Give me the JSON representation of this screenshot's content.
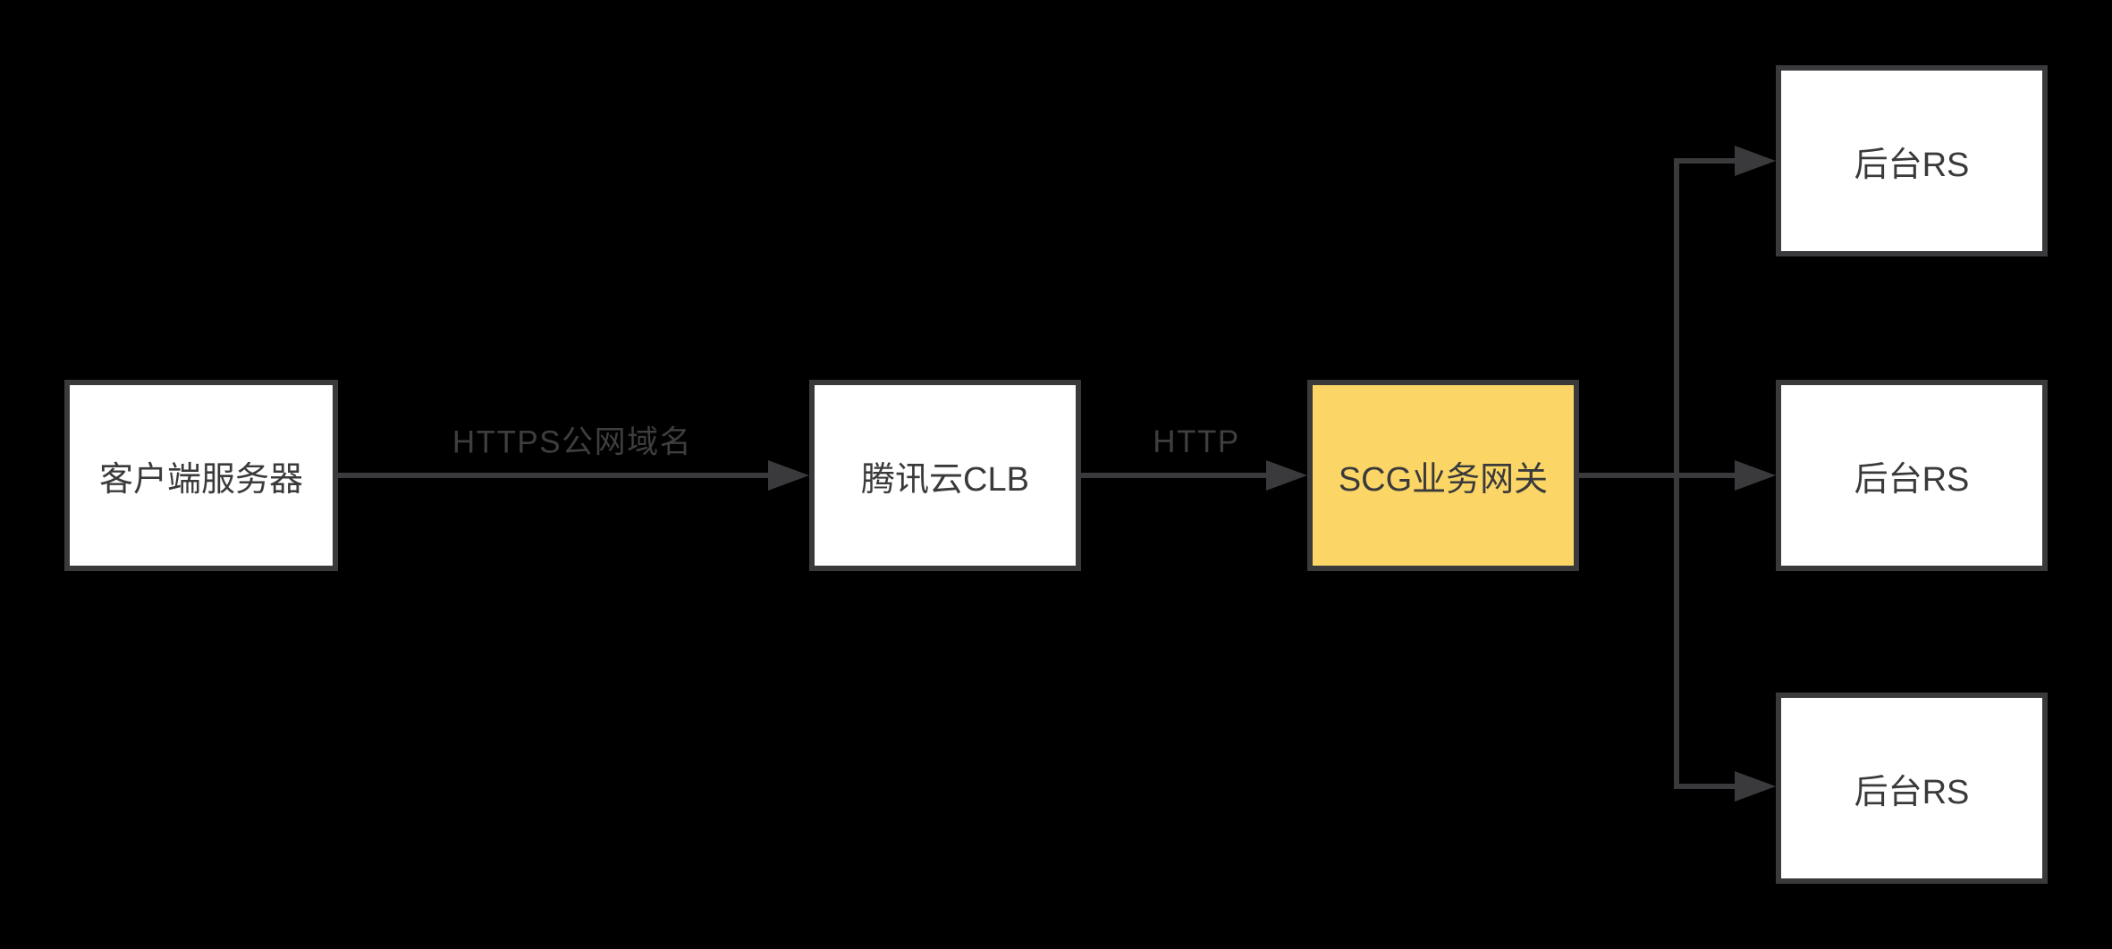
{
  "diagram": {
    "background": "#000000",
    "stroke_color": "#3A3A3C",
    "node_fill": "#FFFFFF",
    "highlight_fill": "#FBD666",
    "node_text_color": "#3A3A3C",
    "edge_label_color": "#3E3E41",
    "nodes": [
      {
        "id": "client-server",
        "label": "客户端服务器",
        "highlighted": false
      },
      {
        "id": "tencent-clb",
        "label": "腾讯云CLB",
        "highlighted": false
      },
      {
        "id": "scg-gateway",
        "label": "SCG业务网关",
        "highlighted": true
      },
      {
        "id": "backend-rs-1",
        "label": "后台RS",
        "highlighted": false
      },
      {
        "id": "backend-rs-2",
        "label": "后台RS",
        "highlighted": false
      },
      {
        "id": "backend-rs-3",
        "label": "后台RS",
        "highlighted": false
      }
    ],
    "edges": [
      {
        "from": "client-server",
        "to": "tencent-clb",
        "label": "HTTPS公网域名"
      },
      {
        "from": "tencent-clb",
        "to": "scg-gateway",
        "label": "HTTP"
      },
      {
        "from": "scg-gateway",
        "to": "backend-rs-1",
        "label": ""
      },
      {
        "from": "scg-gateway",
        "to": "backend-rs-2",
        "label": ""
      },
      {
        "from": "scg-gateway",
        "to": "backend-rs-3",
        "label": ""
      }
    ]
  }
}
